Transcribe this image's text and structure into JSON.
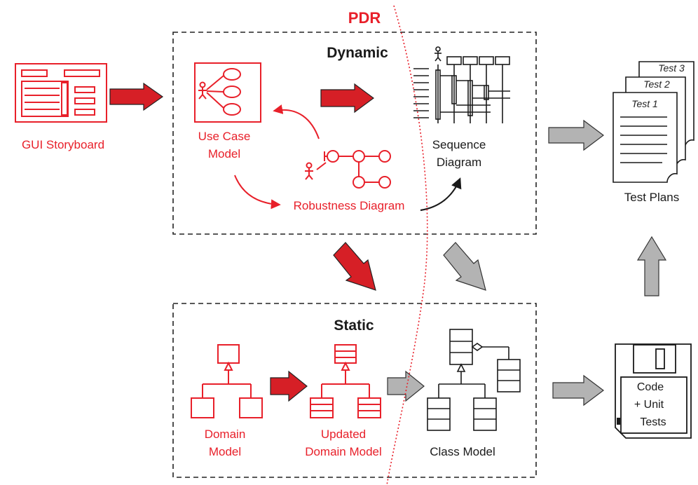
{
  "milestone": {
    "label": "PDR"
  },
  "sections": {
    "dynamic": "Dynamic",
    "static": "Static"
  },
  "nodes": {
    "gui_storyboard": "GUI Storyboard",
    "use_case_model": [
      "Use Case",
      "Model"
    ],
    "robustness_diagram": "Robustness Diagram",
    "sequence_diagram": [
      "Sequence",
      "Diagram"
    ],
    "test_plans": "Test Plans",
    "domain_model": [
      "Domain",
      "Model"
    ],
    "updated_domain_model": [
      "Updated",
      "Domain Model"
    ],
    "class_model": "Class Model",
    "code": [
      "Code",
      "+ Unit",
      "Tests"
    ]
  },
  "test_pages": [
    "Test 3",
    "Test 2",
    "Test 1"
  ],
  "colors": {
    "red": "#e8202a",
    "gray": "#b3b3b3",
    "ink": "#1a1a1a"
  }
}
